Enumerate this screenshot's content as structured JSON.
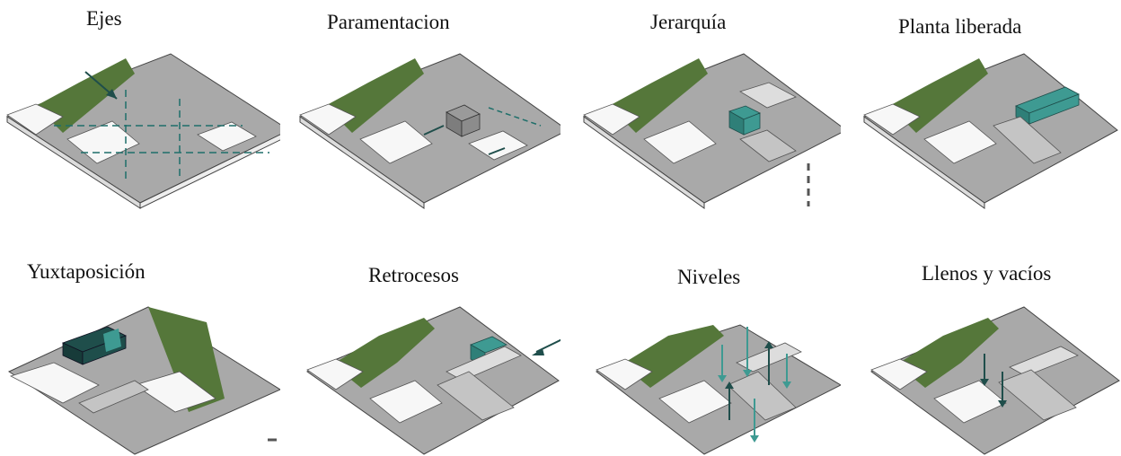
{
  "panels": [
    {
      "label": "Ejes"
    },
    {
      "label": "Paramentacion"
    },
    {
      "label": "Jerarquía"
    },
    {
      "label": "Planta liberada"
    },
    {
      "label": "Yuxtaposición"
    },
    {
      "label": "Retrocesos"
    },
    {
      "label": "Niveles"
    },
    {
      "label": "Llenos y vacíos"
    }
  ],
  "colors": {
    "ground": "#a9a9a9",
    "grass": "#55773a",
    "white_block": "#f7f7f7",
    "gray_block": "#c4c4c4",
    "teal": "#3e9a92",
    "dark_teal": "#1f4e4b",
    "arrow": "#1f6f6a"
  }
}
